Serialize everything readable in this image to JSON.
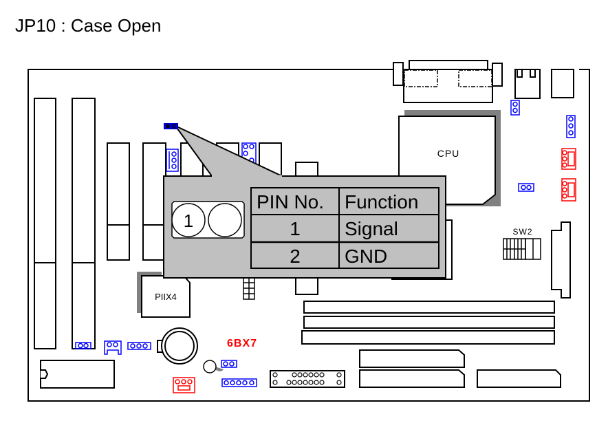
{
  "title": "JP10 : Case Open",
  "board": {
    "model_label": "6BX7",
    "cpu_label": "CPU",
    "chipset_label": "PIIX4",
    "switch_label": "SW2"
  },
  "callout": {
    "connector_pin_label": "1",
    "table": {
      "headers": [
        "PIN No.",
        "Function"
      ],
      "rows": [
        {
          "pin": "1",
          "function": "Signal"
        },
        {
          "pin": "2",
          "function": "GND"
        }
      ]
    }
  },
  "colors": {
    "jumper_blue": "#0000ff",
    "jumper_red": "#ff0000",
    "highlight_jumper": "#0000cc",
    "callout_gray": "#c0c0c0",
    "shadow_gray": "#808080",
    "model_label": "#ff0000"
  }
}
